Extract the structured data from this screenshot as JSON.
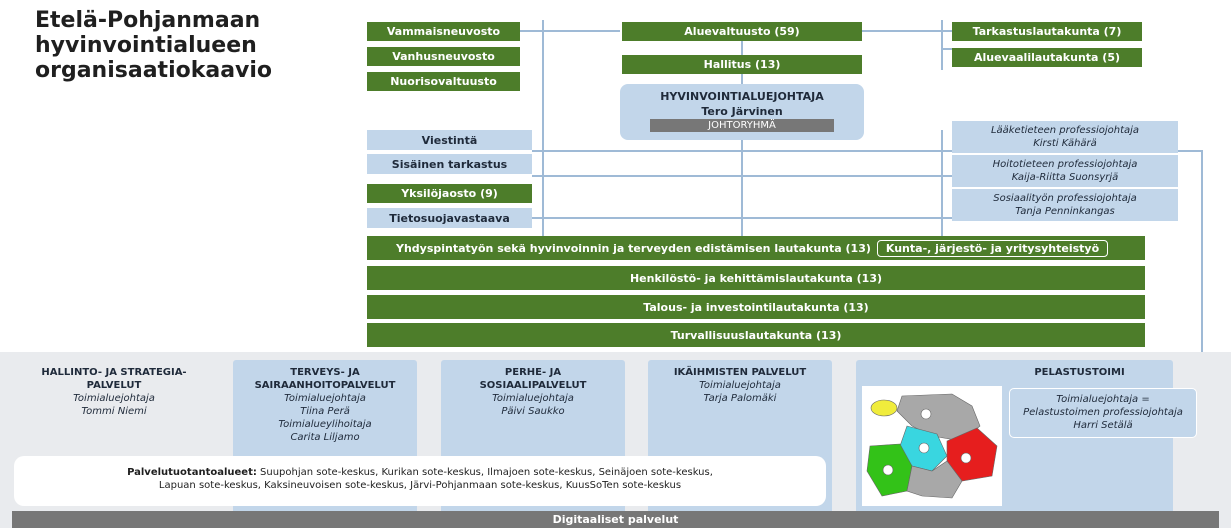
{
  "title": [
    "Etelä-Pohjanmaan",
    "hyvinvointialueen",
    "organisaatiokaavio"
  ],
  "left_bodies": [
    "Vammaisneuvosto",
    "Vanhusneuvosto",
    "Nuorisovaltuusto"
  ],
  "center_top": {
    "council": "Aluevaltuusto (59)",
    "board": "Hallitus (13)"
  },
  "right_top": [
    "Tarkastuslautakunta (7)",
    "Aluevaalilautakunta  (5)"
  ],
  "director": {
    "role": "HYVINVOINTIALUEJOHTAJA",
    "name": "Tero Järvinen",
    "group": "JOHTORYHMÄ"
  },
  "staff": {
    "viestinta": "Viestintä",
    "sisainen": "Sisäinen tarkastus",
    "yksilojaosto": "Yksilöjaosto (9)",
    "tietosuoja": "Tietosuojavastaava"
  },
  "professors": [
    {
      "title": "Lääketieteen professiojohtaja",
      "name": "Kirsti Kähärä"
    },
    {
      "title": "Hoitotieteen professiojohtaja",
      "name": "Kaija-Riitta Suonsyrjä"
    },
    {
      "title": "Sosiaalityön professiojohtaja",
      "name": "Tanja Penninkangas"
    }
  ],
  "committees": {
    "yhdyspinta": "Yhdyspintatyön sekä hyvinvoinnin ja terveyden edistämisen lautakunta (13)",
    "kunta": "Kunta-, järjestö- ja yritysyhteistyö",
    "henkilosto": "Henkilöstö- ja kehittämislautakunta (13)",
    "talous": "Talous- ja investointilautakunta (13)",
    "turvallisuus": "Turvallisuuslautakunta (13)"
  },
  "hallinto": {
    "h1": "HALLINTO- JA STRATEGIA-",
    "h2": "PALVELUT",
    "role": "Toimialuejohtaja",
    "name": "Tommi Niemi"
  },
  "terveys": {
    "h1": "TERVEYS- JA",
    "h2": "SAIRAANHOITOPALVELUT",
    "role": "Toimialuejohtaja",
    "name": "Tiina Perä",
    "role2": "Toimialueylihoitaja",
    "name2": "Carita Liljamo"
  },
  "perhe": {
    "h1": "PERHE- JA",
    "h2": "SOSIAALIPALVELUT",
    "role": "Toimialuejohtaja",
    "name": "Päivi Saukko"
  },
  "ikaihmiset": {
    "h1": "IKÄIHMISTEN PALVELUT",
    "role": "Toimialuejohtaja",
    "name": "Tarja Palomäki"
  },
  "pelastus": {
    "h": "PELASTUSTOIMI",
    "l1": "Toimialuejohtaja =",
    "l2": "Pelastustoimen professiojohtaja",
    "l3": "Harri Setälä"
  },
  "palvelutuotanto": {
    "label": "Palvelutuotantoalueet:",
    "line1": " Suupohjan sote-keskus, Kurikan sote-keskus, Ilmajoen sote-keskus, Seinäjoen sote-keskus,",
    "line2": "Lapuan sote-keskus, Kaksineuvoisen sote-keskus, Järvi-Pohjanmaan sote-keskus, KuusSoTen sote-keskus"
  },
  "digi": "Digitaaliset palvelut",
  "colors": {
    "green": "#4d7d2a",
    "lightblue": "#c2d6ea",
    "gray": "#777777",
    "map_gray": "#a8a8a8",
    "map_cyan": "#39d6e0",
    "map_green": "#33c218",
    "map_red": "#e61e1e"
  }
}
